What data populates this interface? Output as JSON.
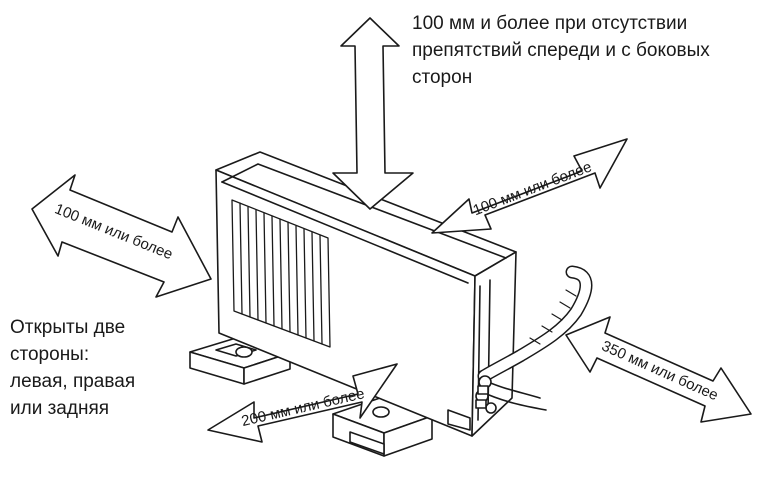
{
  "notes": {
    "top": "100 мм и более при отсутствии\nпрепятствий спереди и с боковых\nсторон",
    "side": "Открыты две\nстороны:\nлевая, правая\nили задняя"
  },
  "clearances": {
    "left": "100 мм или более",
    "rear": "100 мм или более",
    "front": "200 мм или более",
    "right": "350 мм или более"
  },
  "colors": {
    "line": "#1a1a1a",
    "fill": "#ffffff"
  }
}
